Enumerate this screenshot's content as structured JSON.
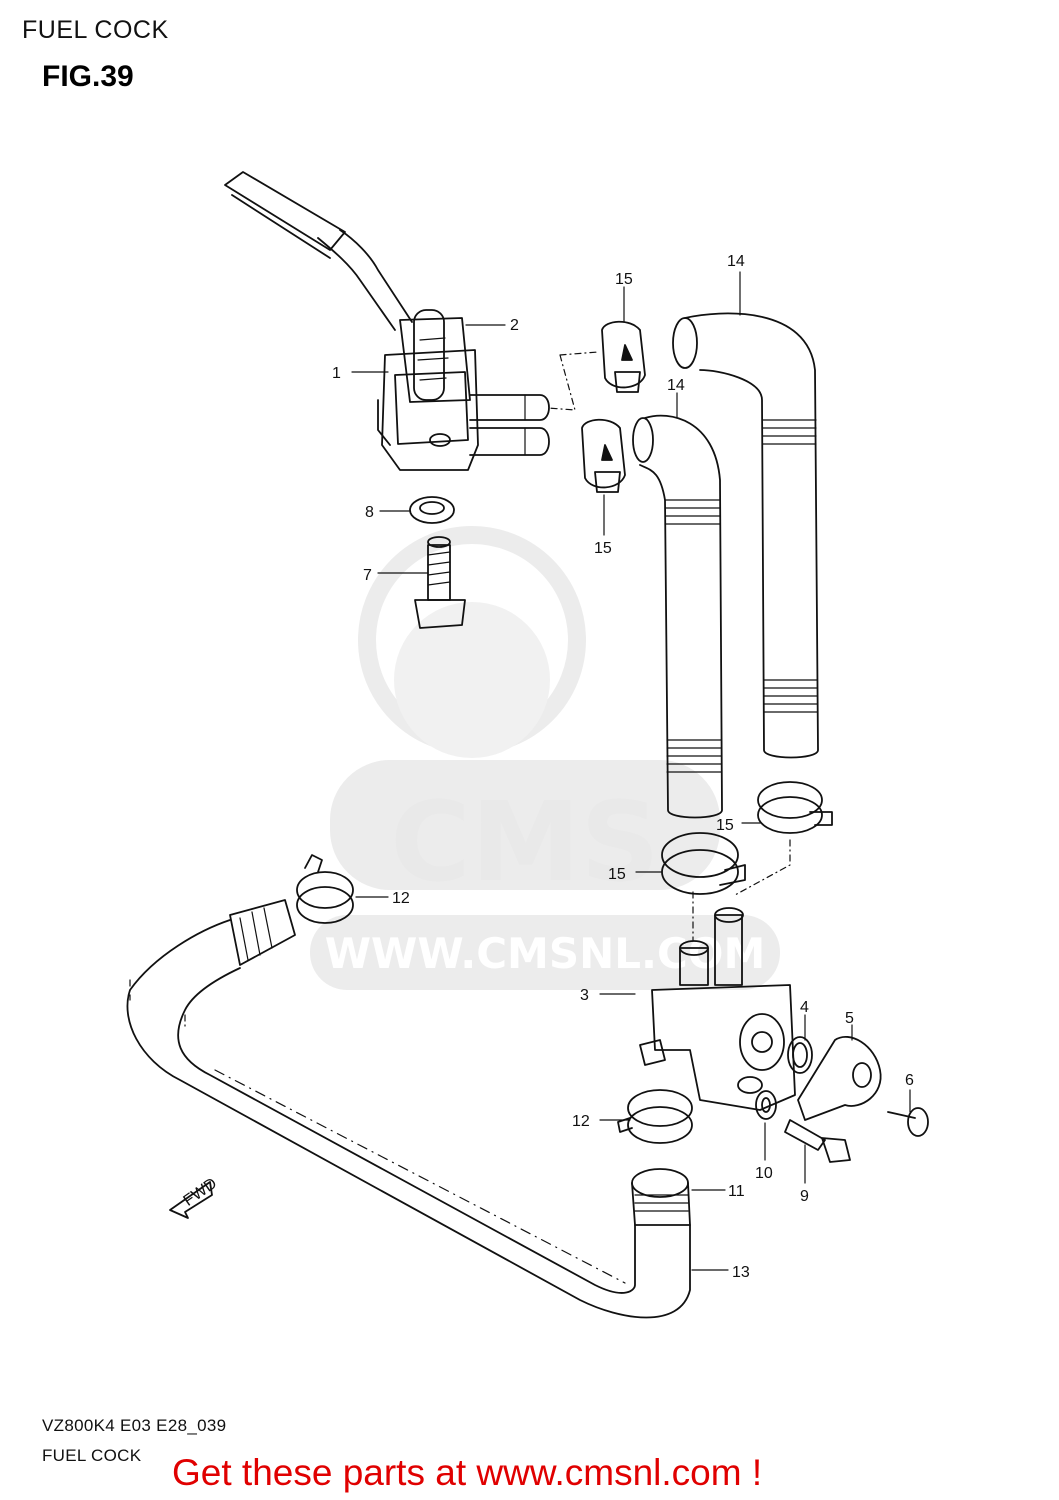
{
  "header": {
    "title": "FUEL COCK",
    "figure": "FIG.39"
  },
  "watermark": {
    "brand": "CMS",
    "site": "WWW.CMSNL.COM"
  },
  "parts": [
    {
      "key": "p1",
      "number": "1",
      "name": "fuel-cock-assembly"
    },
    {
      "key": "p2",
      "number": "2",
      "name": "fuel-filter"
    },
    {
      "key": "p3",
      "number": "3",
      "name": "vacuum-fuel-cock"
    },
    {
      "key": "p4",
      "number": "4",
      "name": "o-ring"
    },
    {
      "key": "p5",
      "number": "5",
      "name": "cover"
    },
    {
      "key": "p6",
      "number": "6",
      "name": "screw"
    },
    {
      "key": "p7",
      "number": "7",
      "name": "bolt"
    },
    {
      "key": "p8",
      "number": "8",
      "name": "washer"
    },
    {
      "key": "p9",
      "number": "9",
      "name": "bolt-short"
    },
    {
      "key": "p10",
      "number": "10",
      "name": "washer-small"
    },
    {
      "key": "p11",
      "number": "11",
      "name": "hose-end"
    },
    {
      "key": "p12a",
      "number": "12",
      "name": "clamp-upper"
    },
    {
      "key": "p12b",
      "number": "12",
      "name": "clamp-lower"
    },
    {
      "key": "p13",
      "number": "13",
      "name": "fuel-hose-long"
    },
    {
      "key": "p14a",
      "number": "14",
      "name": "fuel-hose-rear"
    },
    {
      "key": "p14b",
      "number": "14",
      "name": "fuel-hose-front"
    },
    {
      "key": "p15a",
      "number": "15",
      "name": "clamp-top"
    },
    {
      "key": "p15b",
      "number": "15",
      "name": "clamp-middle"
    },
    {
      "key": "p15c",
      "number": "15",
      "name": "clamp-right"
    },
    {
      "key": "p15d",
      "number": "15",
      "name": "clamp-left"
    }
  ],
  "fwd_arrow": "FWD",
  "footer": {
    "code": "VZ800K4 E03 E28_039",
    "title": "FUEL COCK",
    "cta": "Get these parts at www.cmsnl.com !"
  },
  "colors": {
    "cta": "#e00000",
    "watermark": "#e9e9e9",
    "lines": "#111111"
  }
}
